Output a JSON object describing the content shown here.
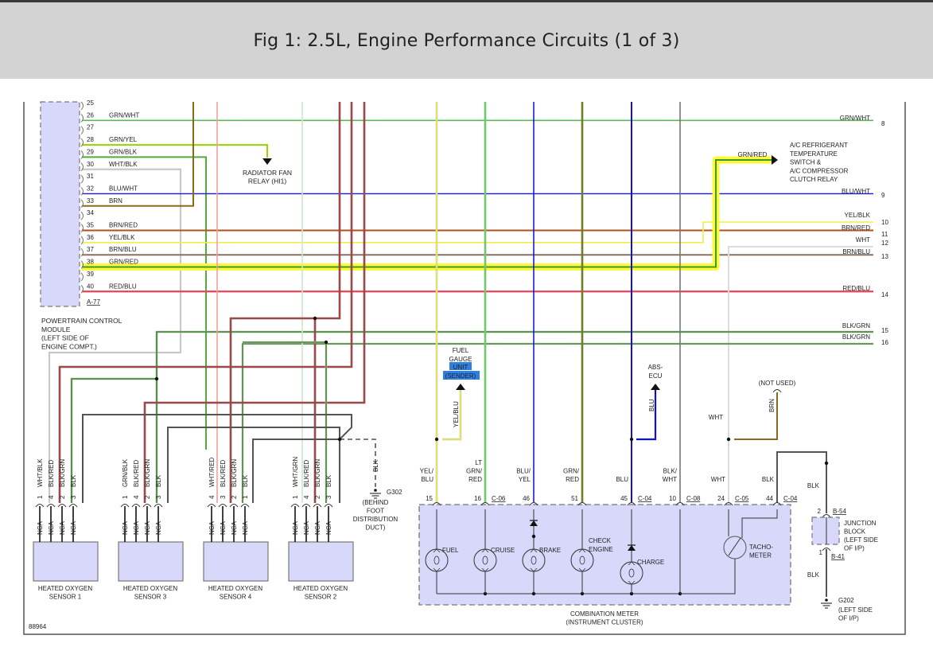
{
  "title": "Fig 1: 2.5L, Engine Performance Circuits (1 of 3)",
  "figure_id": "88964",
  "colors": {
    "GRN_WHT": "#5cb85c",
    "GRN_YEL": "#7ec820",
    "GRN_BLK": "#4fae3a",
    "WHT_BLK": "#c8c8c8",
    "BLU_WHT": "#1a1ad6",
    "BRN": "#8a6a1a",
    "BRN_RED": "#b0521e",
    "YEL_BLK": "#f0ef4a",
    "BRN_BLU": "#8a7060",
    "GRN_RED": "#3c9a2c",
    "RED_BLU": "#e8425a",
    "BLK_GRN": "#5a7a50",
    "WHT": "#dcdcdc",
    "YEL_BLU": "#e8e84a",
    "LT_GRN_RED": "#55e04a",
    "BLU_YEL": "#1a1ae0",
    "BLU": "#1010e0",
    "BLK_WHT": "#777777",
    "BLK": "#555555",
    "highlight": "#fbf93a",
    "module_fill": "#d8d8fb",
    "selection": "#2f7fe0"
  },
  "pcm": {
    "name_lines": [
      "POWERTRAIN CONTROL",
      "MODULE",
      "(LEFT SIDE OF",
      "ENGINE COMPT.)"
    ],
    "connector": "A-77",
    "pins": [
      {
        "pin": "25",
        "wire": ""
      },
      {
        "pin": "26",
        "wire": "GRN/WHT"
      },
      {
        "pin": "27",
        "wire": ""
      },
      {
        "pin": "28",
        "wire": "GRN/YEL"
      },
      {
        "pin": "29",
        "wire": "GRN/BLK"
      },
      {
        "pin": "30",
        "wire": "WHT/BLK"
      },
      {
        "pin": "31",
        "wire": ""
      },
      {
        "pin": "32",
        "wire": "BLU/WHT"
      },
      {
        "pin": "33",
        "wire": "BRN"
      },
      {
        "pin": "34",
        "wire": ""
      },
      {
        "pin": "35",
        "wire": "BRN/RED"
      },
      {
        "pin": "36",
        "wire": "YEL/BLK"
      },
      {
        "pin": "37",
        "wire": "BRN/BLU"
      },
      {
        "pin": "38",
        "wire": "GRN/RED"
      },
      {
        "pin": "39",
        "wire": ""
      },
      {
        "pin": "40",
        "wire": "RED/BLU"
      }
    ]
  },
  "right_edge": [
    {
      "wire": "GRN/WHT",
      "ref": "8"
    },
    {
      "wire": "BLU/WHT",
      "ref": "9"
    },
    {
      "wire": "YEL/BLK",
      "ref": "10"
    },
    {
      "wire": "BRN/RED",
      "ref": "11"
    },
    {
      "wire": "WHT",
      "ref": "12"
    },
    {
      "wire": "BRN/BLU",
      "ref": "13"
    },
    {
      "wire": "RED/BLU",
      "ref": "14"
    },
    {
      "wire": "BLK/GRN",
      "ref": "15"
    },
    {
      "wire": "BLK/GRN",
      "ref": "16"
    }
  ],
  "radiator_fan": {
    "lines": [
      "RADIATOR FAN",
      "RELAY (HI1)"
    ]
  },
  "ac": {
    "wire": "GRN/RED",
    "lines": [
      "A/C REFRIGERANT",
      "TEMPERATURE",
      "SWITCH &",
      "A/C COMPRESSOR",
      "CLUTCH RELAY"
    ]
  },
  "sensors": [
    {
      "name": [
        "HEATED OXYGEN",
        "SENSOR 1"
      ],
      "pins": [
        {
          "pin": "1",
          "wire": "WHT/BLK"
        },
        {
          "pin": "4",
          "wire": "BLK/RED"
        },
        {
          "pin": "2",
          "wire": "BLK/GRN"
        },
        {
          "pin": "3",
          "wire": "BLK"
        }
      ]
    },
    {
      "name": [
        "HEATED OXYGEN",
        "SENSOR 3"
      ],
      "pins": [
        {
          "pin": "1",
          "wire": "GRN/BLK"
        },
        {
          "pin": "4",
          "wire": "BLK/RED"
        },
        {
          "pin": "2",
          "wire": "BLK/GRN"
        },
        {
          "pin": "3",
          "wire": "BLK"
        }
      ]
    },
    {
      "name": [
        "HEATED OXYGEN",
        "SENSOR 4"
      ],
      "pins": [
        {
          "pin": "4",
          "wire": "WHT/RED"
        },
        {
          "pin": "3",
          "wire": "BLK/RED"
        },
        {
          "pin": "2",
          "wire": "BLK/GRN"
        },
        {
          "pin": "1",
          "wire": "BLK"
        }
      ]
    },
    {
      "name": [
        "HEATED OXYGEN",
        "SENSOR 2"
      ],
      "pins": [
        {
          "pin": "1",
          "wire": "WHT/GRN"
        },
        {
          "pin": "4",
          "wire": "BLK/RED"
        },
        {
          "pin": "2",
          "wire": "BLK/GRN"
        },
        {
          "pin": "3",
          "wire": "BLK"
        }
      ]
    }
  ],
  "nca": "NCA",
  "g302": {
    "wire": "BLK",
    "id": "G302",
    "lines": [
      "(BEHIND",
      "FOOT",
      "DISTRIBUTION",
      "DUCT)"
    ]
  },
  "fuel_gauge": {
    "lines": [
      "FUEL",
      "GAUGE"
    ],
    "selected_lines": [
      "UNIT",
      "(SENDER)"
    ],
    "wire": "YEL/BLU"
  },
  "abs": {
    "lines": [
      "ABS-",
      "ECU"
    ],
    "wire": "BLU"
  },
  "not_used": {
    "label": "(NOT USED)",
    "wire": "BRN"
  },
  "wht_mid_label": "WHT",
  "meter": {
    "name_lines": [
      "COMBINATION METER",
      "(INSTRUMENT CLUSTER)"
    ],
    "terminals": [
      {
        "wire_lines": [
          "YEL/",
          "BLU"
        ],
        "pin": "15",
        "conn": ""
      },
      {
        "wire_lines": [
          "LT",
          "GRN/",
          "RED"
        ],
        "pin": "16",
        "conn": "C-06"
      },
      {
        "wire_lines": [
          "BLU/",
          "YEL"
        ],
        "pin": "46",
        "conn": ""
      },
      {
        "wire_lines": [
          "GRN/",
          "RED"
        ],
        "pin": "51",
        "conn": ""
      },
      {
        "wire_lines": [
          "BLU"
        ],
        "pin": "45",
        "conn": "C-04"
      },
      {
        "wire_lines": [
          "BLK/",
          "WHT"
        ],
        "pin": "10",
        "conn": "C-08"
      },
      {
        "wire_lines": [
          "WHT"
        ],
        "pin": "24",
        "conn": "C-05"
      },
      {
        "wire_lines": [
          "BLK"
        ],
        "pin": "44",
        "conn": "C-04"
      }
    ],
    "lamps": [
      "FUEL",
      "CRUISE",
      "BRAKE",
      "CHECK",
      "ENGINE",
      "CHARGE"
    ],
    "tacho_lines": [
      "TACHO-",
      "METER"
    ]
  },
  "junction": {
    "upper_pin": "2",
    "upper_conn": "B-54",
    "lower_pin": "1",
    "lower_conn": "B-41",
    "wire_upper": "BLK",
    "wire_lower": "BLK",
    "lines": [
      "JUNCTION",
      "BLOCK",
      "(LEFT SIDE",
      "OF I/P)"
    ]
  },
  "g202": {
    "id": "G202",
    "lines": [
      "(LEFT SIDE",
      "OF I/P)"
    ]
  }
}
